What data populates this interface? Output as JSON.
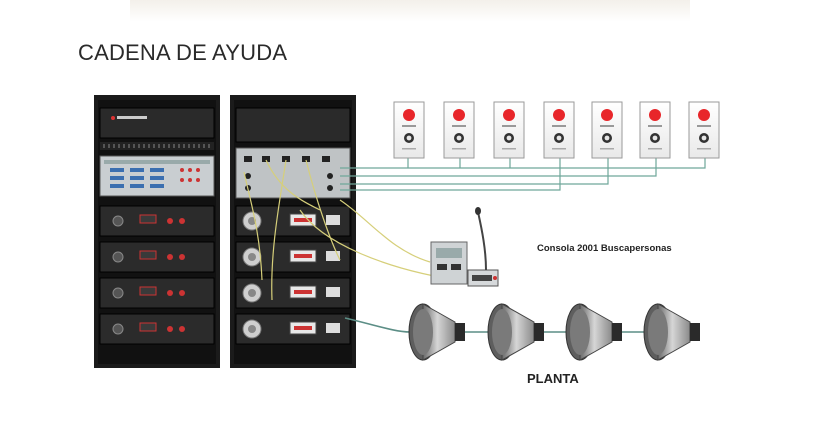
{
  "diagram": {
    "title": "CADENA DE AYUDA",
    "console_label": "Consola 2001 Buscapersonas",
    "speakers_label": "PLANTA",
    "call_button_count": 7,
    "speaker_count": 4,
    "colors": {
      "rack": "#1b1b1b",
      "panel": "#2b2b2b",
      "button_red": "#e8262a",
      "wire_green": "#6fa79a",
      "wire_yellow": "#d6cf7a",
      "wire_teal": "#5c8e86"
    }
  }
}
